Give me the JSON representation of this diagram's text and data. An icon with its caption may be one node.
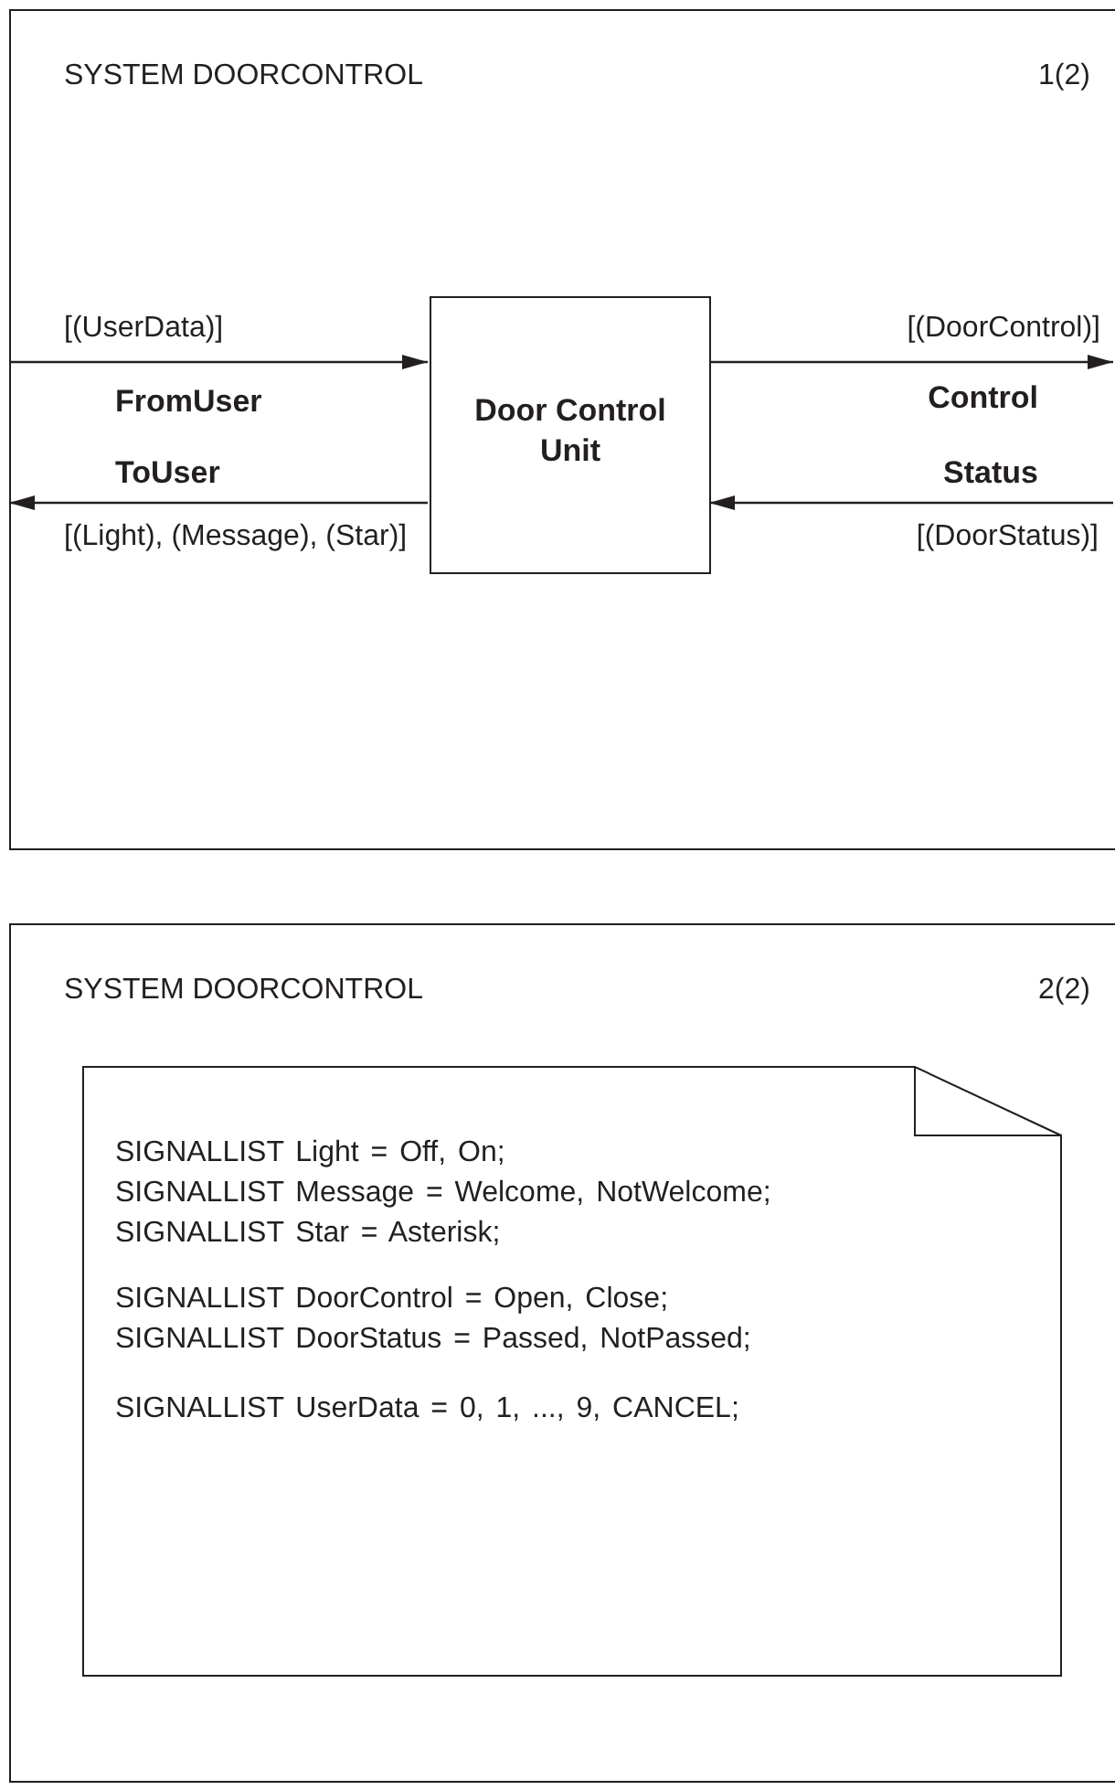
{
  "diagram": {
    "nodes": [
      {
        "text": [
          "SYSTEM DOORCONTROL",
          "1(2)"
        ]
      },
      {
        "text": [
          "Door Control Unit"
        ],
        "in": 0
      },
      {
        "text": [
          "SYSTEM DOORCONTROL",
          "2(2)"
        ]
      },
      {
        "text": [
          "SIGNALLIST Light = Off, On;",
          "SIGNALLIST Message = Welcome, NotWelcome;",
          "SIGNALLIST Star = Asterisk;",
          "SIGNALLIST DoorControl = Open, Close;",
          "SIGNALLIST DoorStatus = Passed, NotPassed;",
          "SIGNALLIST UserData = 0, 1, ..., 9, CANCEL;"
        ],
        "in": 2
      }
    ],
    "edges": [
      {
        "from": null,
        "to": 1,
        "arrow": "to",
        "label": "[(UserData)]"
      },
      {
        "from": 1,
        "to": null,
        "arrow": "to",
        "label": "[(Light), (Message), (Star)]"
      },
      {
        "from": 1,
        "to": null,
        "arrow": "to",
        "label": "[(DoorControl)]"
      },
      {
        "from": null,
        "to": 1,
        "arrow": "to",
        "label": "[(DoorStatus)]"
      }
    ],
    "labels": [
      "FromUser",
      "ToUser",
      "Control",
      "Status"
    ]
  }
}
